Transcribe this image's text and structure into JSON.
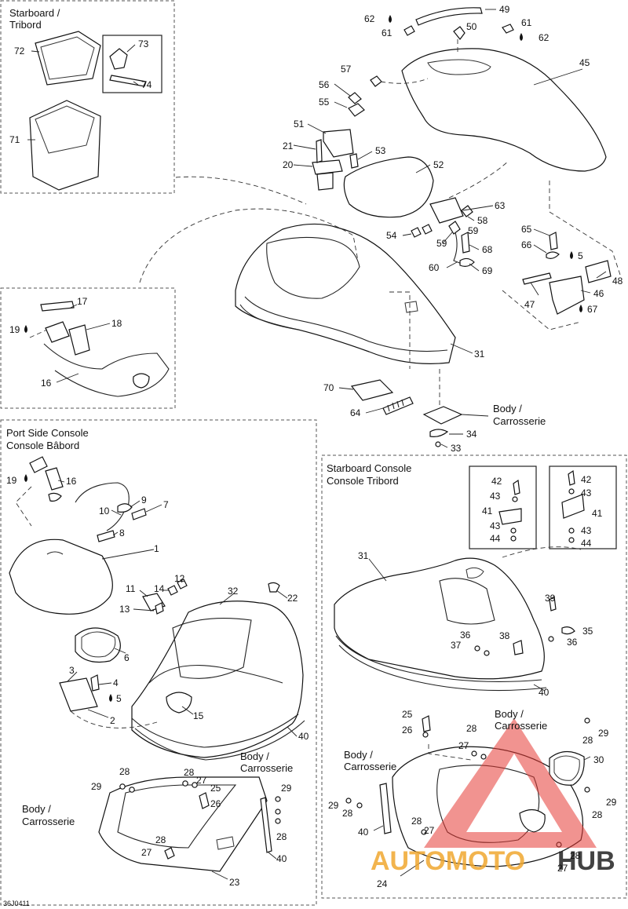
{
  "figure_code": "36J0411",
  "groups": {
    "starboard_tribord": [
      "Starboard /",
      "Tribord"
    ],
    "port_console": [
      "Port Side Console",
      "Console Bâbord"
    ],
    "starboard_console": [
      "Starboard Console",
      "Console Tribord"
    ],
    "body_top": [
      "Body /",
      "Carrosserie"
    ],
    "body_port": [
      "Body /",
      "Carrosserie"
    ],
    "body_port_right": [
      "Body /",
      "Carrosserie"
    ],
    "body_stb_left": [
      "Body /",
      "Carrosserie"
    ],
    "body_stb_right": [
      "Body /",
      "Carrosserie"
    ]
  },
  "callouts": {
    "c72": "72",
    "c73": "73",
    "c74": "74",
    "c71": "71",
    "c62a": "62",
    "c61a": "61",
    "c49": "49",
    "c50": "50",
    "c61b": "61",
    "c62b": "62",
    "c57": "57",
    "c45": "45",
    "c56": "56",
    "c55": "55",
    "c51": "51",
    "c21": "21",
    "c53": "53",
    "c20": "20",
    "c52": "52",
    "c63": "63",
    "c58": "58",
    "c54": "54",
    "c59a": "59",
    "c59b": "59",
    "c68": "68",
    "c60": "60",
    "c69": "69",
    "c65": "65",
    "c66": "66",
    "c5a": "5",
    "c48": "48",
    "c47": "47",
    "c46": "46",
    "c67": "67",
    "c17": "17",
    "c19a": "19",
    "c18": "18",
    "c16a": "16",
    "c31a": "31",
    "c70": "70",
    "c64": "64",
    "c34": "34",
    "c33": "33",
    "c19b": "19",
    "c16b": "16",
    "c9": "9",
    "c7": "7",
    "c10": "10",
    "c8": "8",
    "c1": "1",
    "c11": "11",
    "c14": "14",
    "c12": "12",
    "c13": "13",
    "c32": "32",
    "c22": "22",
    "c6": "6",
    "c3": "3",
    "c4": "4",
    "c5b": "5",
    "c2": "2",
    "c15": "15",
    "c40a": "40",
    "c28a": "28",
    "c29a": "29",
    "c28b": "28",
    "c27a": "27",
    "c25a": "25",
    "c26a": "26",
    "c29b": "29",
    "c28c": "28",
    "c28d": "28",
    "c27b": "27",
    "c40b": "40",
    "c23": "23",
    "c42a": "42",
    "c43a": "43",
    "c41a": "41",
    "c43b": "43",
    "c44a": "44",
    "c42b": "42",
    "c43c": "43",
    "c41b": "41",
    "c43d": "43",
    "c44b": "44",
    "c31b": "31",
    "c39": "39",
    "c35": "35",
    "c36a": "36",
    "c37": "37",
    "c38": "38",
    "c36b": "36",
    "c40c": "40",
    "c25b": "25",
    "c26b": "26",
    "c28e": "28",
    "c27c": "27",
    "c28f": "28",
    "c29c": "29",
    "c30": "30",
    "c29d": "29",
    "c28g": "28",
    "c40d": "40",
    "c28h": "28",
    "c27d": "27",
    "c28i": "28",
    "c29e": "29",
    "c24": "24",
    "c28j": "28",
    "c27e": "27"
  },
  "watermark": {
    "part_a": "AUTOMOTO",
    "part_b": "HUB",
    "colors": {
      "triangle": "#e63a34",
      "text_a": "#f0a830",
      "text_b": "#222222"
    }
  }
}
